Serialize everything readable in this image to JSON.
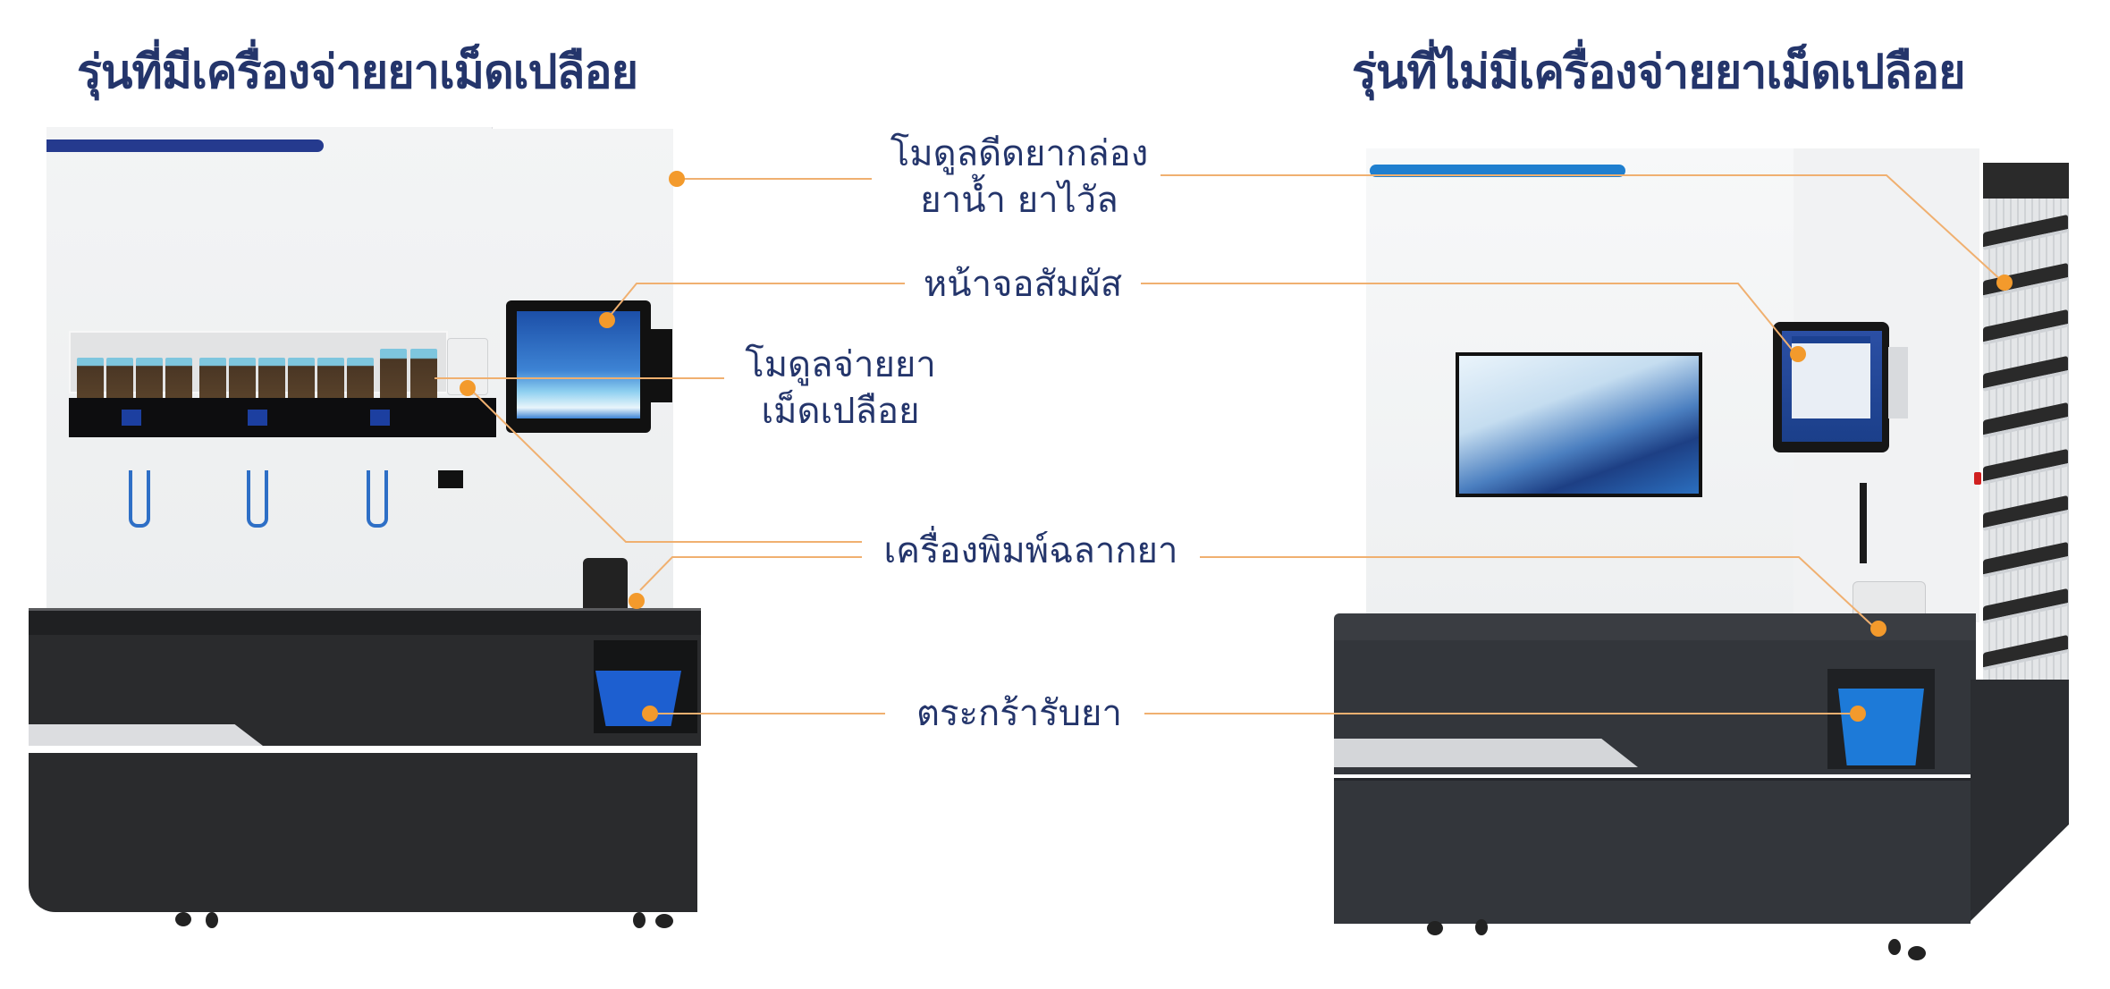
{
  "titles": {
    "left": "รุ่นที่มีเครื่องจ่ายยาเม็ดเปลือย",
    "right": "รุ่นที่ไม่มีเครื่องจ่ายยาเม็ดเปลือย"
  },
  "callouts": [
    {
      "id": "box-module",
      "line1": "โมดูลดีดยากล่อง",
      "line2": "ยาน้ำ ยาไวัล"
    },
    {
      "id": "touch-screen",
      "line1": "หน้าจอสัมผัส"
    },
    {
      "id": "tablet-module",
      "line1": "โมดูลจ่ายยา",
      "line2": "เม็ดเปลือย"
    },
    {
      "id": "label-printer",
      "line1": "เครื่องพิมพ์ฉลากยา"
    },
    {
      "id": "basket",
      "line1": "ตระกร้ารับยา"
    }
  ],
  "colors": {
    "title": "#24356b",
    "callout_line": "#f0b070",
    "dot": "#f39a2c",
    "left_accent_bar": "#253a8e",
    "right_accent_bar": "#1f7fcf",
    "cabinet_dark": "#2a2b2d",
    "basket": "#1d5fd0"
  }
}
